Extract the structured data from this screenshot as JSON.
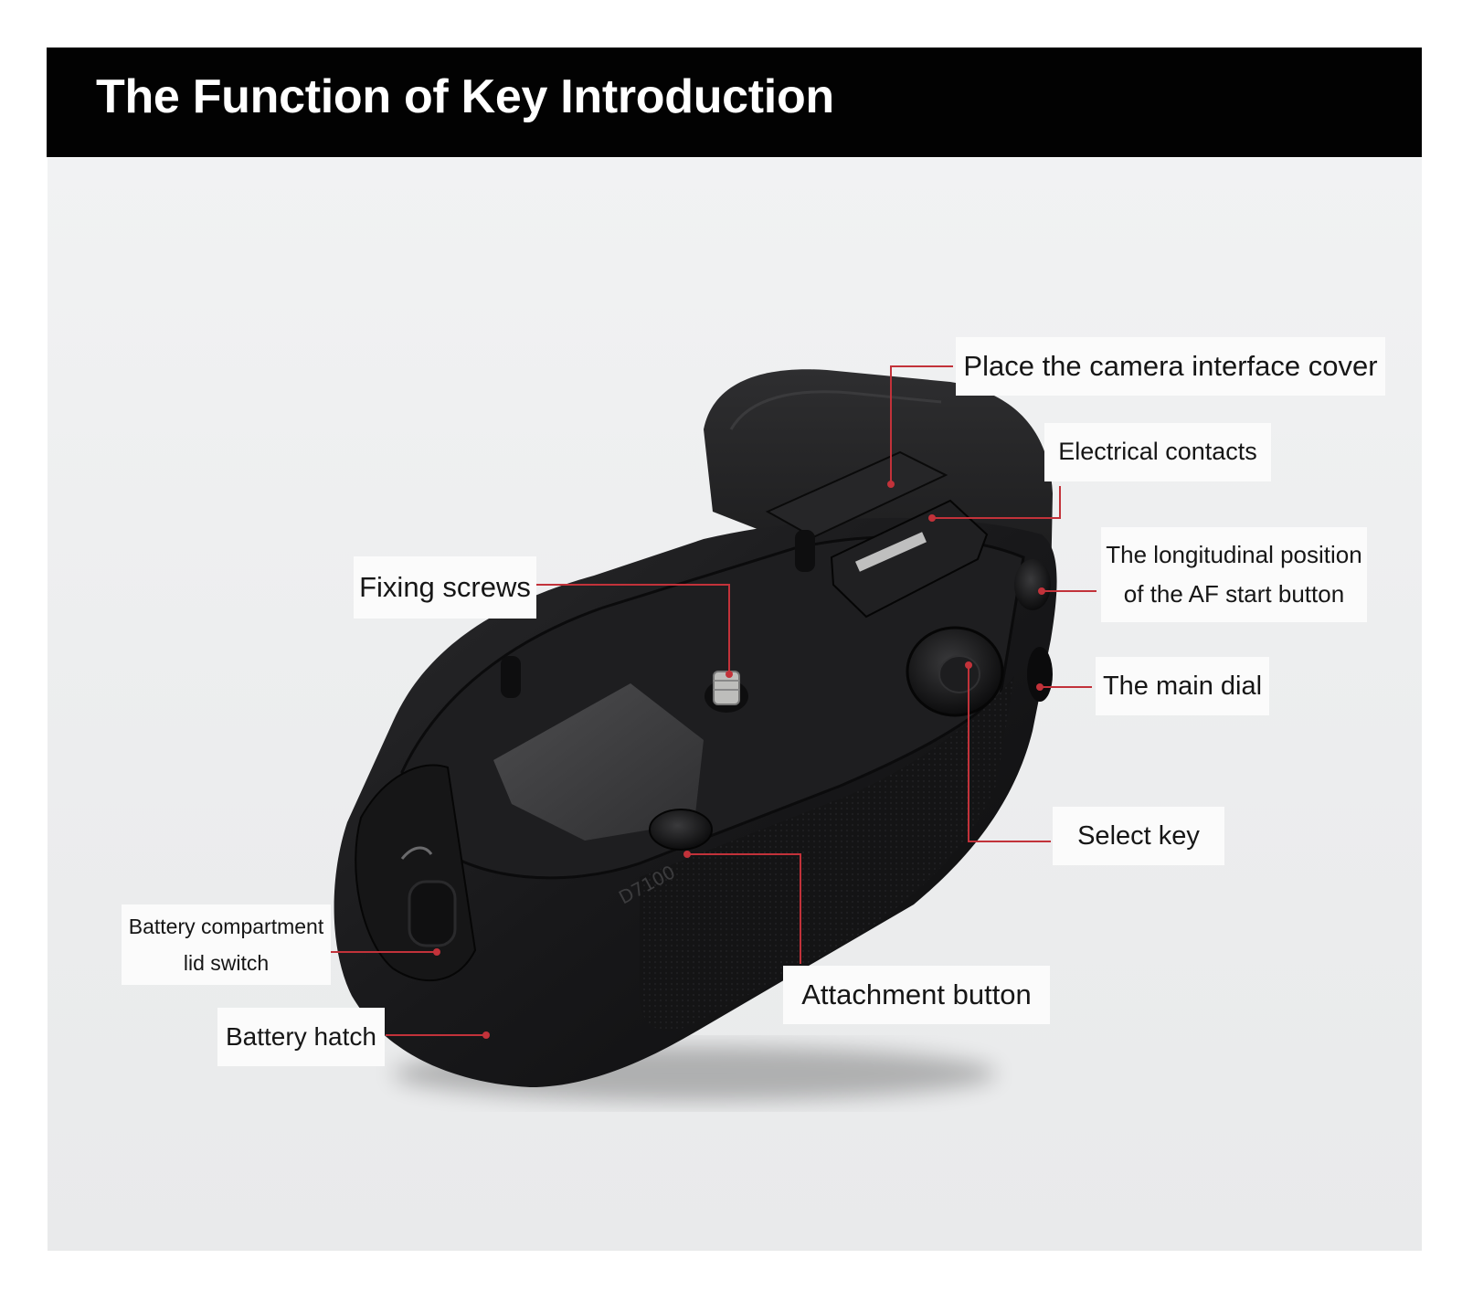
{
  "title": "The Function of Key Introduction",
  "colors": {
    "header_bg": "#020202",
    "panel_bg": "#eceded",
    "leader_line": "#c2323a",
    "product_body": "#1b1b1c"
  },
  "product": {
    "model_marking": "D7100"
  },
  "callouts": [
    {
      "id": "interface-cover",
      "lines": [
        "Place the camera interface cover"
      ]
    },
    {
      "id": "electrical-contacts",
      "lines": [
        "Electrical contacts"
      ]
    },
    {
      "id": "af-start-button",
      "lines": [
        "The longitudinal position",
        "of the AF start button"
      ]
    },
    {
      "id": "main-dial",
      "lines": [
        "The main dial"
      ]
    },
    {
      "id": "select-key",
      "lines": [
        "Select key"
      ]
    },
    {
      "id": "fixing-screws",
      "lines": [
        "Fixing screws"
      ]
    },
    {
      "id": "attachment-button",
      "lines": [
        "Attachment button"
      ]
    },
    {
      "id": "battery-lid-switch",
      "lines": [
        "Battery compartment",
        "lid switch"
      ]
    },
    {
      "id": "battery-hatch",
      "lines": [
        "Battery hatch"
      ]
    }
  ]
}
